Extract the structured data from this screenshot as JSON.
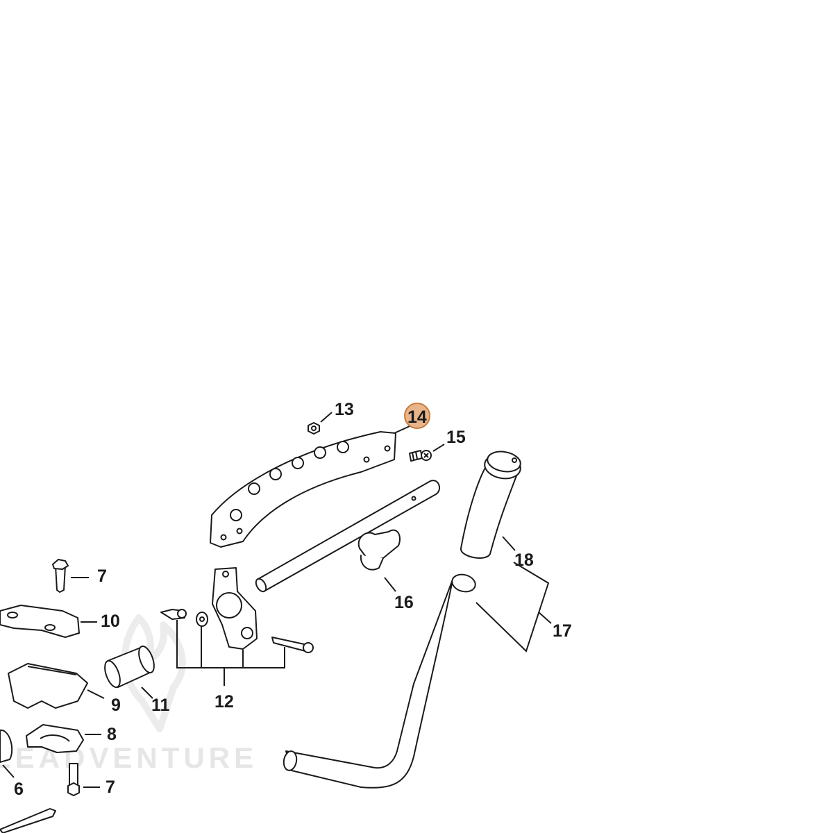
{
  "diagram": {
    "highlight_color": "#e8b58a",
    "highlight_border": "#c87a3a",
    "highlighted_part": "14",
    "watermark": "LEADVENTURE",
    "callouts": {
      "c7a": "7",
      "c10": "10",
      "c9": "9",
      "c11": "11",
      "c8": "8",
      "c6": "6",
      "c7b": "7",
      "c12": "12",
      "c13": "13",
      "c14": "14",
      "c15": "15",
      "c16": "16",
      "c17": "17",
      "c18": "18"
    }
  }
}
